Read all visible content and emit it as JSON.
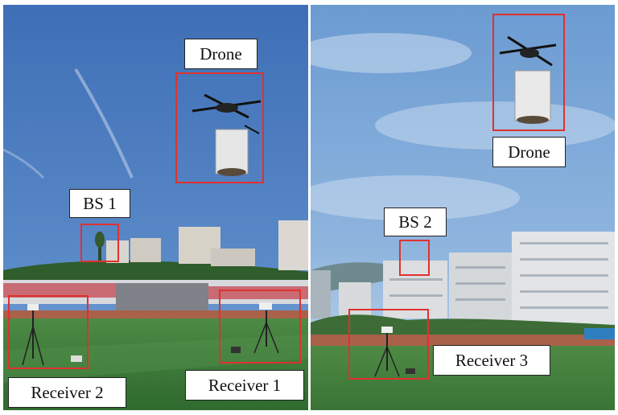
{
  "labels": {
    "left_drone": "Drone",
    "bs1": "BS 1",
    "receiver2": "Receiver 2",
    "receiver1": "Receiver 1",
    "right_drone": "Drone",
    "bs2": "BS 2",
    "receiver3": "Receiver 3"
  },
  "colors": {
    "highlight_box": "#e0312f",
    "left_sky": "#4f7fc2",
    "right_sky": "#7aa6d6",
    "turf": "#3f7a3a",
    "running_track": "#a9614a"
  }
}
